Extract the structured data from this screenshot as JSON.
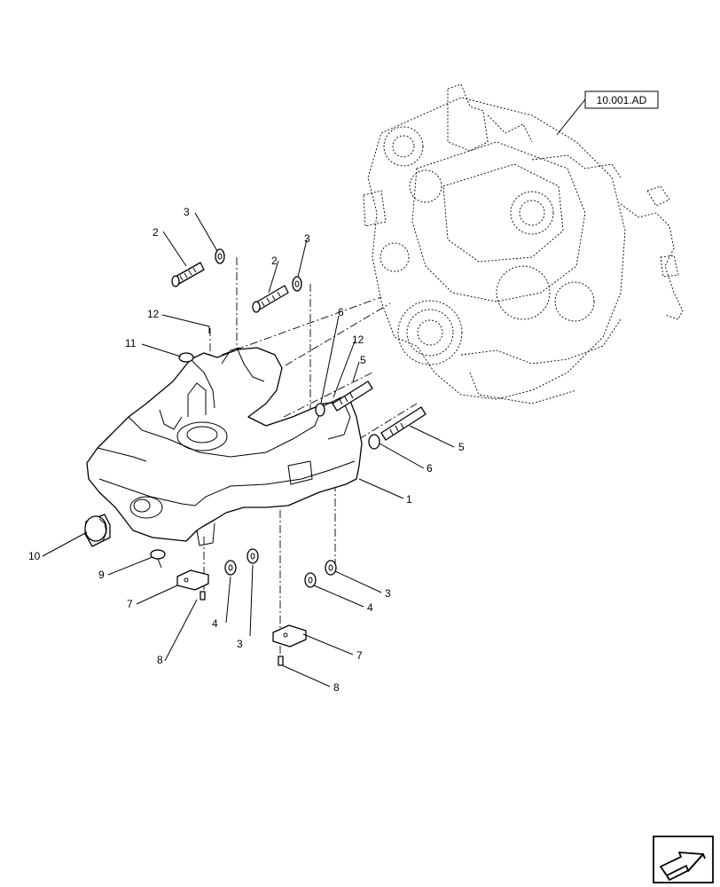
{
  "reference_label": "10.001.AD",
  "callouts": [
    "1",
    "2",
    "2",
    "3",
    "3",
    "3",
    "3",
    "4",
    "4",
    "5",
    "5",
    "6",
    "6",
    "7",
    "7",
    "8",
    "8",
    "9",
    "10",
    "11",
    "12",
    "12"
  ],
  "nav_icon": "next-page-arrow-icon"
}
